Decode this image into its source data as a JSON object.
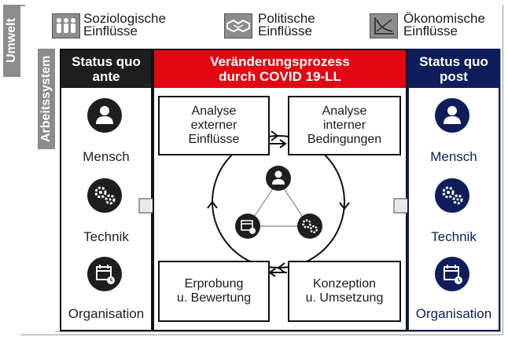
{
  "umwelt_label": "Umwelt",
  "arbeitssystem_label": "Arbeitssystem",
  "influences": [
    {
      "line1": "Soziologische",
      "line2": "Einflüsse",
      "icon": "people-icon"
    },
    {
      "line1": "Politische",
      "line2": "Einflüsse",
      "icon": "handshake-icon"
    },
    {
      "line1": "Ökonomische",
      "line2": "Einflüsse",
      "icon": "chart-icon"
    }
  ],
  "status_ante": {
    "line1": "Status quo",
    "line2": "ante"
  },
  "status_post": {
    "line1": "Status quo",
    "line2": "post"
  },
  "process_header": {
    "line1": "Veränderungsprozess",
    "line2": "durch COVID 19-LL"
  },
  "components": [
    "Mensch",
    "Technik",
    "Organisation"
  ],
  "steps": {
    "analyse_extern": [
      "Analyse",
      "externer",
      "Einflüsse"
    ],
    "analyse_intern": [
      "Analyse",
      "interner",
      "Bedingungen"
    ],
    "erprobung": [
      "Erprobung",
      "u. Bewertung"
    ],
    "konzeption": [
      "Konzeption",
      "u. Umsetzung"
    ]
  },
  "colors": {
    "ante": "#1e1e1e",
    "process": "#e30613",
    "post": "#0f1e5a",
    "frame_gray": "#8c8c8c"
  }
}
